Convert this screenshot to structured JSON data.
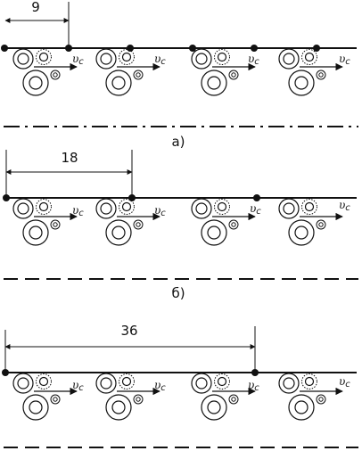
{
  "panels": [
    {
      "id": "a",
      "dimension": "9",
      "caption": "а)",
      "dots": [
        1,
        2,
        3,
        4,
        5,
        6
      ]
    },
    {
      "id": "b",
      "dimension": "18",
      "caption": "б)",
      "dots": [
        1,
        3,
        5
      ]
    },
    {
      "id": "c",
      "dimension": "36",
      "caption": "",
      "dots": [
        1,
        5
      ]
    }
  ],
  "velocity_label": "υ",
  "velocity_subscript": "c"
}
